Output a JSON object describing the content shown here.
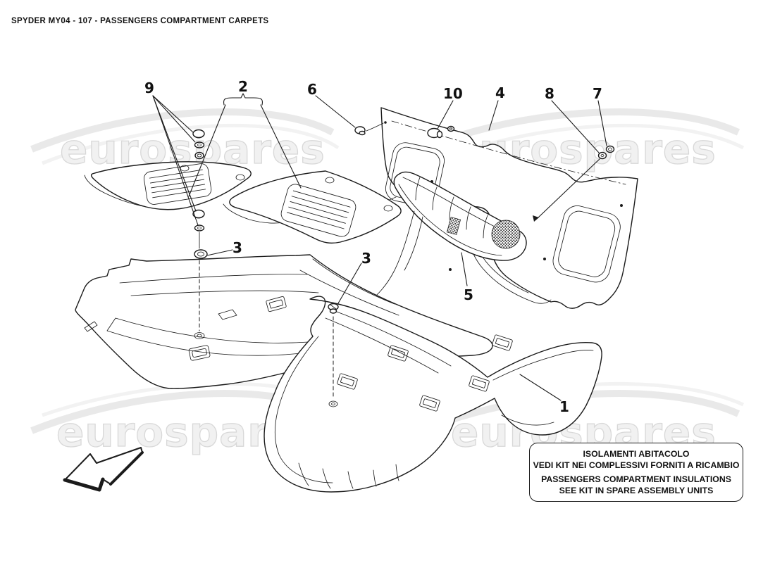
{
  "header": {
    "title": "SPYDER MY04 - 107 - PASSENGERS COMPARTMENT CARPETS"
  },
  "watermark": {
    "text": "eurospares"
  },
  "callouts": {
    "c9": "9",
    "c2": "2",
    "c6": "6",
    "c10": "10",
    "c4": "4",
    "c8": "8",
    "c7": "7",
    "c3a": "3",
    "c3b": "3",
    "c5": "5",
    "c1": "1"
  },
  "note_box": {
    "line1": "ISOLAMENTI ABITACOLO",
    "line2": "VEDI KIT NEI COMPLESSIVI FORNITI A RICAMBIO",
    "line3": "PASSENGERS COMPARTMENT INSULATIONS",
    "line4": "SEE KIT IN SPARE ASSEMBLY UNITS"
  },
  "colors": {
    "line": "#1b1b1b",
    "watermark_fill": "#f1f1f1",
    "watermark_stroke": "#d8d8d8"
  }
}
